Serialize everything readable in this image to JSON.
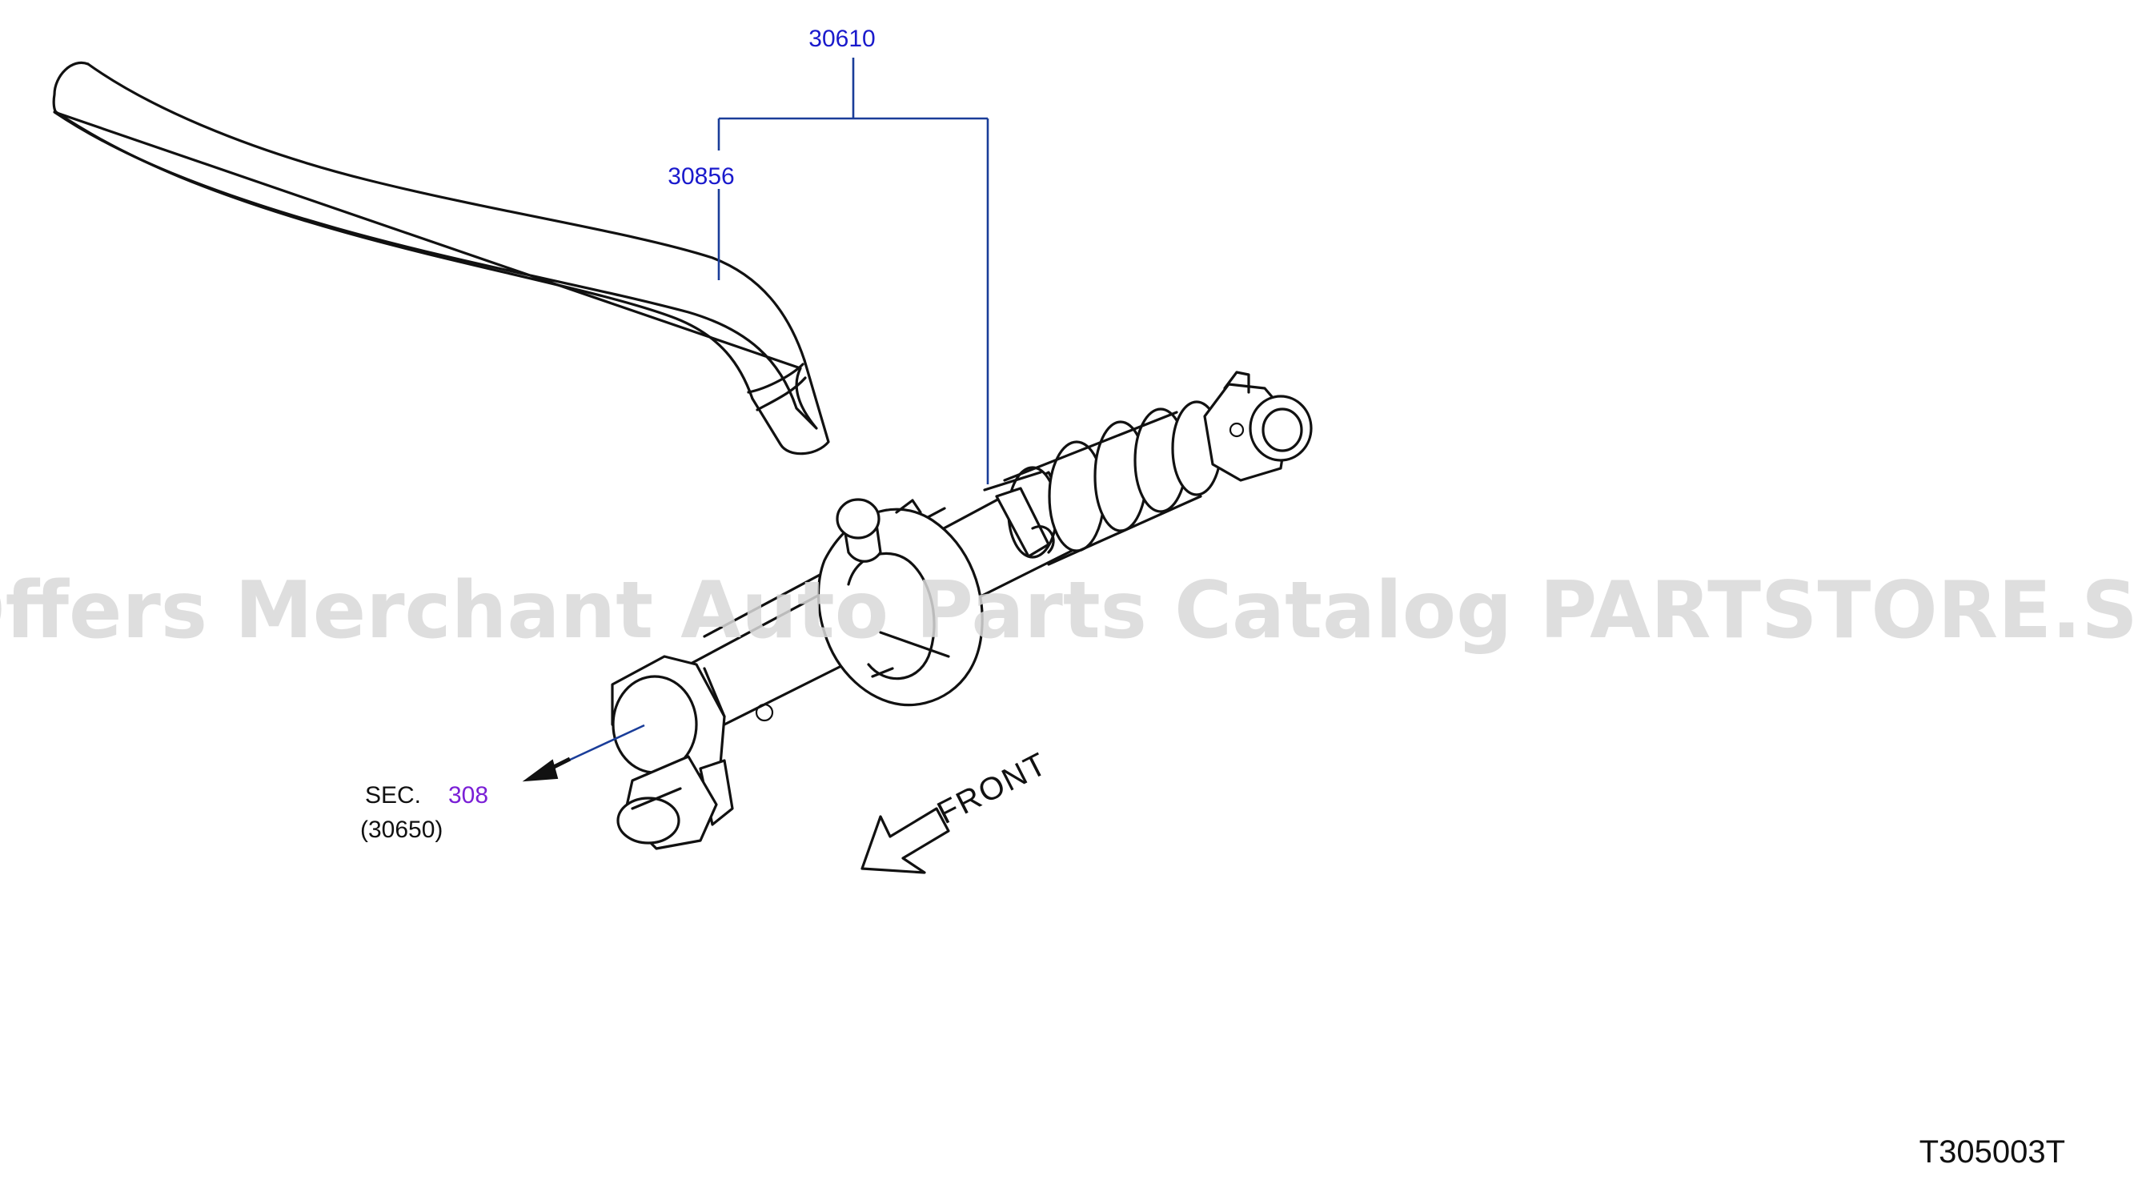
{
  "callouts": {
    "assembly": "30610",
    "hose": "30856"
  },
  "section_ref": {
    "prefix": "SEC.",
    "number": "308",
    "part": "(30650)"
  },
  "direction_label": "FRONT",
  "diagram_code": "T305003T",
  "watermark": "Offers Merchant Auto Parts Catalog PARTSTORE.SA",
  "colors": {
    "callout": "#1a1acc",
    "section_link": "#7a1fd6",
    "leader": "#1a3d99",
    "line_art": "#111111",
    "watermark": "#d9d9d9"
  }
}
